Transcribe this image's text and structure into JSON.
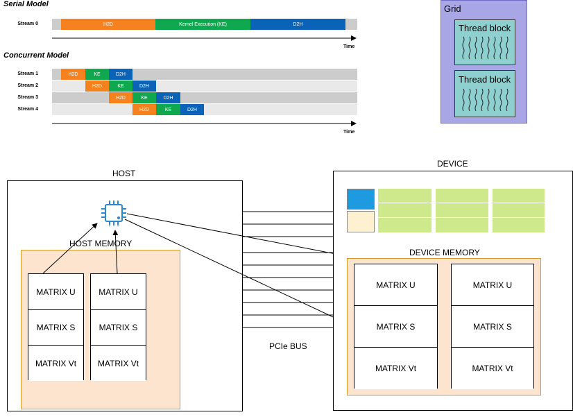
{
  "serial": {
    "title": "Serial Model",
    "stream0_label": "Stream 0",
    "h2d": "H2D",
    "ke": "Kernel Execution (KE)",
    "d2h": "D2H",
    "time": "Time"
  },
  "concurrent": {
    "title": "Concurrent Model",
    "streams": [
      {
        "label": "Stream 1",
        "h2d": "H2D",
        "ke": "KE",
        "d2h": "D2H"
      },
      {
        "label": "Stream 2",
        "h2d": "H2D",
        "ke": "KE",
        "d2h": "D2H"
      },
      {
        "label": "Stream 3",
        "h2d": "H2D",
        "ke": "KE",
        "d2h": "D2H"
      },
      {
        "label": "Stream 4",
        "h2d": "H2D",
        "ke": "KE",
        "d2h": "D2H"
      }
    ],
    "time": "Time"
  },
  "grid": {
    "title": "Grid",
    "blocks": [
      "Thread block",
      "Thread block"
    ]
  },
  "host": {
    "title": "HOST",
    "memory_title": "HOST MEMORY",
    "matrices": [
      [
        "MATRIX U",
        "MATRIX S",
        "MATRIX Vt"
      ],
      [
        "MATRIX U",
        "MATRIX S",
        "MATRIX Vt"
      ]
    ]
  },
  "device": {
    "title": "DEVICE",
    "memory_title": "DEVICE MEMORY",
    "matrices": [
      [
        "MATRIX U",
        "MATRIX S",
        "MATRIX Vt"
      ],
      [
        "MATRIX U",
        "MATRIX S",
        "MATRIX Vt"
      ]
    ]
  },
  "bus": {
    "label": "PCIe BUS"
  },
  "colors": {
    "h2d": "#f5821f",
    "ke": "#0fa84f",
    "d2h": "#0b63b8",
    "stream_bg": "#cccccc",
    "grid_bg": "#a9a6e6",
    "block_bg": "#8ecfcf",
    "memory_bg": "#fce4cf",
    "memory_border": "#d49a2a",
    "chip": "#2d87c9",
    "gpu_green": "#cde98c"
  }
}
